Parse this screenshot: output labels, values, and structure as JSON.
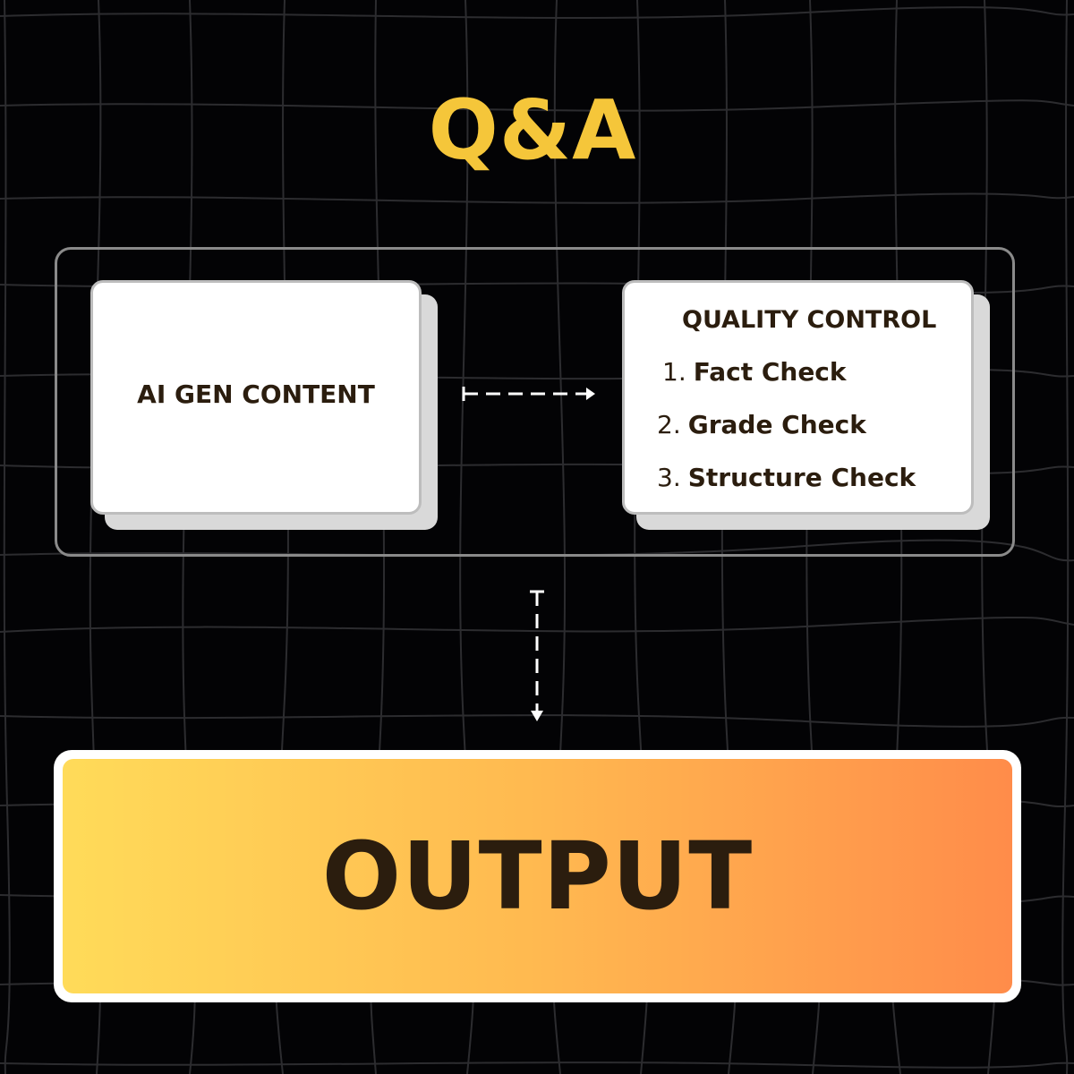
{
  "header": {
    "title": "Q&A"
  },
  "ai_card": {
    "label": "AI GEN CONTENT"
  },
  "quality_card": {
    "title": "QUALITY CONTROL",
    "items": [
      {
        "number": "1.",
        "label": "Fact Check"
      },
      {
        "number": "2.",
        "label": "Grade Check"
      },
      {
        "number": "3.",
        "label": "Structure Check"
      }
    ]
  },
  "output": {
    "label": "OUTPUT"
  },
  "colors": {
    "background": "#030305",
    "accent": "#f5c63a",
    "ink": "#2b1d0e",
    "card": "#ffffff",
    "gradient_start": "#ffdb59",
    "gradient_mid": "#ffb950",
    "gradient_end": "#ff8c4a"
  },
  "icons": [
    "arrow-right-icon",
    "arrow-down-icon"
  ]
}
